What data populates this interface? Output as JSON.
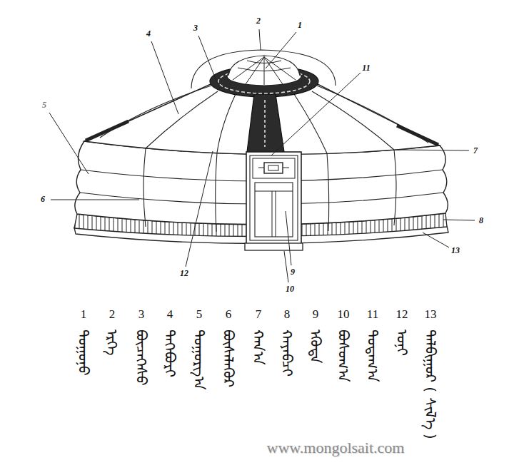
{
  "diagram": {
    "labels": [
      "1",
      "2",
      "3",
      "4",
      "5",
      "6",
      "7",
      "8",
      "9",
      "10",
      "11",
      "12",
      "13",
      "1",
      "2",
      "3",
      "4",
      "5",
      "6",
      "7",
      "8",
      "9",
      "10",
      "11",
      "12",
      "13",
      "ᠲᠣᠭᠣᠨᠣ",
      "ᠡᠷᠬᠡ",
      "ᠪᠦᠴᠡᠭᠡᠰᠦ",
      "ᠳᠡᠭᠡᠪᠦᠷᠢ",
      "ᠲᠣᠭᠣᠷᠭ᠎ᠠ",
      "ᠪᠦᠰᠡᠯᠡᠭᠦᠷ",
      "ᠬᠠᠨ᠎ᠠ",
      "ᠬᠠᠶᠠᠪᠴᠢ",
      "ᠡᠭᠦᠳᠡ",
      "ᠪᠣᠰᠣᠭ᠎ᠠ",
      "ᠲᠣᠲᠠᠭ᠎ᠠ",
      "ᠤᠨᠢ",
      "ᠲᠠᠯᠪᠢᠭᠤᠷ ( ᠰᠢᠯ᠎ᠡ )",
      "www.mongolsait.com"
    ]
  }
}
